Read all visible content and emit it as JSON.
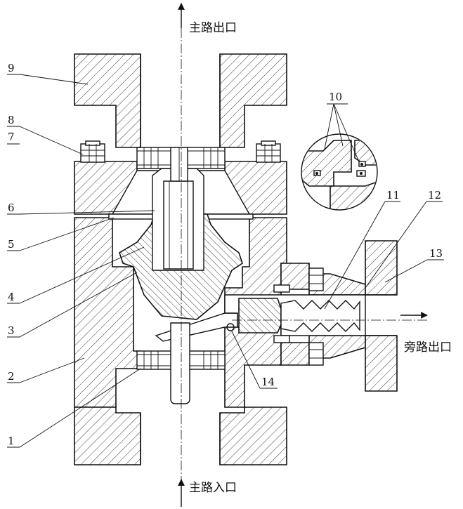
{
  "labels": {
    "main_outlet": "主路出口",
    "main_inlet": "主路入口",
    "bypass_outlet": "旁路出口"
  },
  "callouts": [
    {
      "id": "c1",
      "text": "1"
    },
    {
      "id": "c2",
      "text": "2"
    },
    {
      "id": "c3",
      "text": "3"
    },
    {
      "id": "c4",
      "text": "4"
    },
    {
      "id": "c5",
      "text": "5"
    },
    {
      "id": "c6",
      "text": "6"
    },
    {
      "id": "c7",
      "text": "7"
    },
    {
      "id": "c8",
      "text": "8"
    },
    {
      "id": "c9",
      "text": "9"
    },
    {
      "id": "c10",
      "text": "10"
    },
    {
      "id": "c11",
      "text": "11"
    },
    {
      "id": "c12",
      "text": "12"
    },
    {
      "id": "c13",
      "text": "13"
    },
    {
      "id": "c14",
      "text": "14"
    }
  ]
}
